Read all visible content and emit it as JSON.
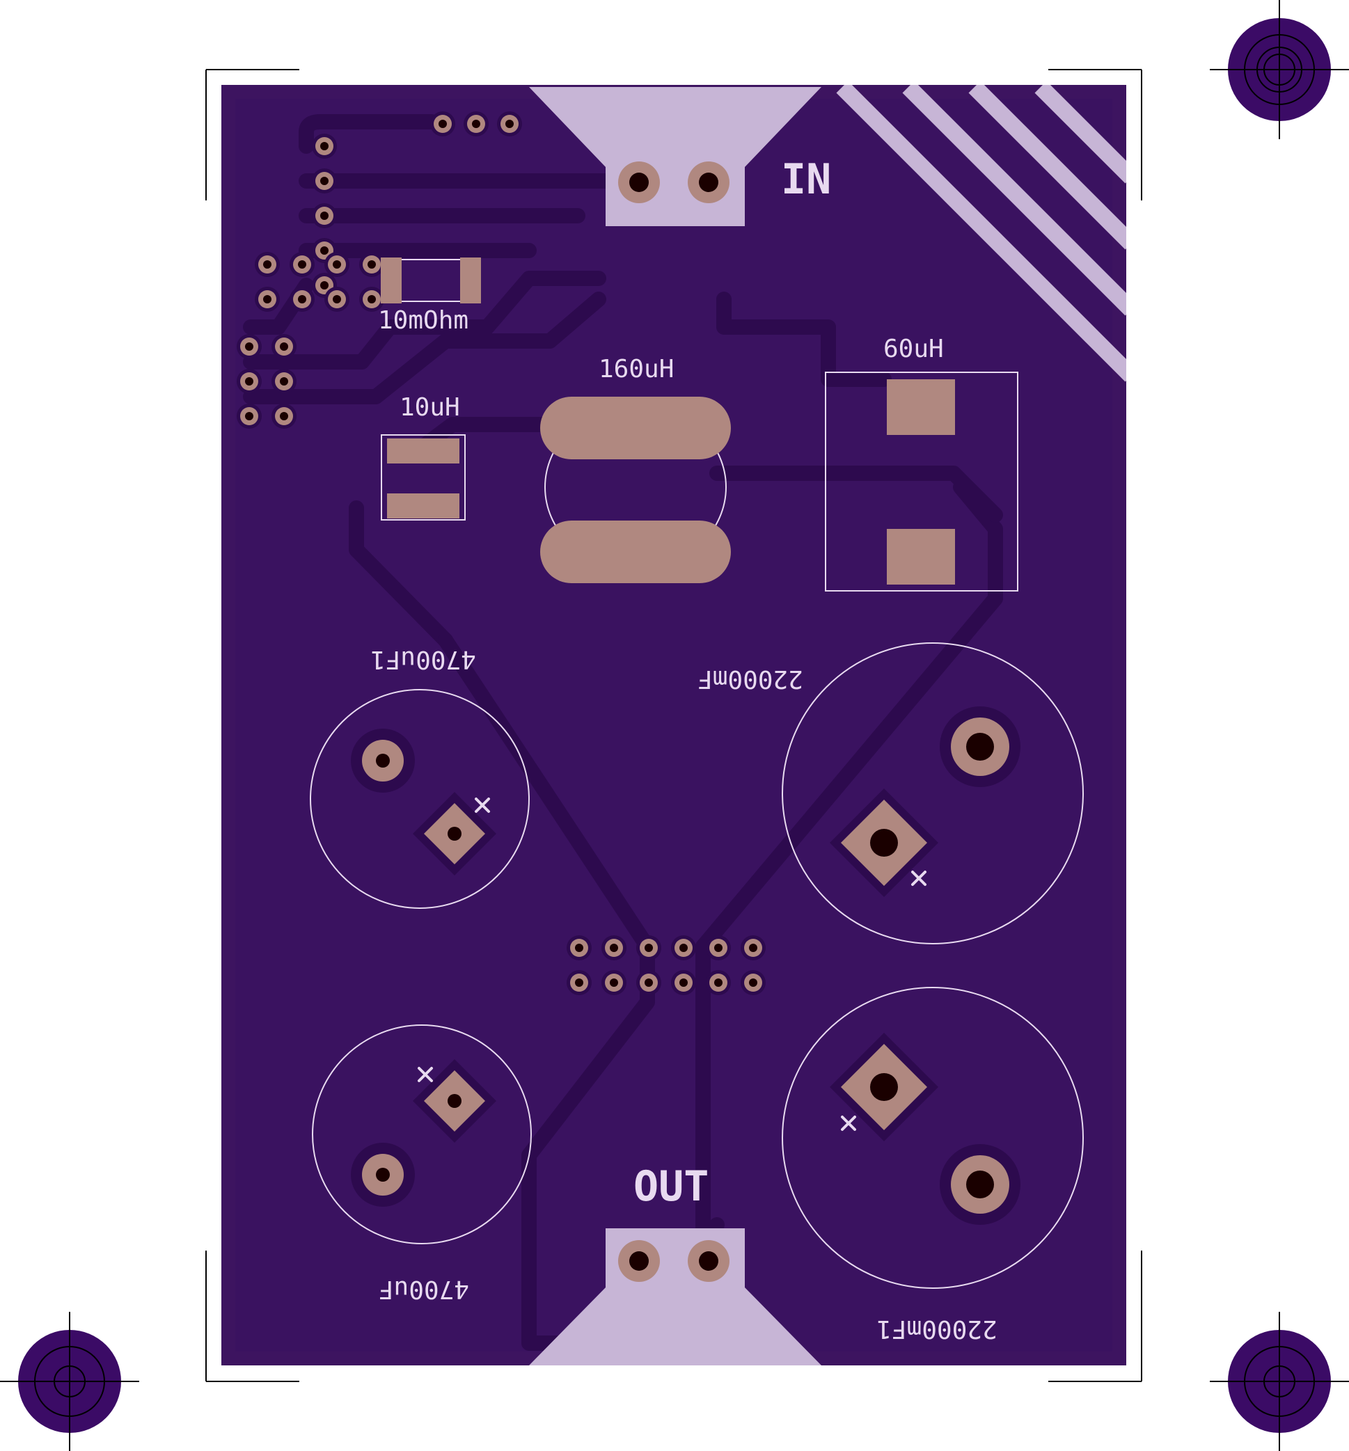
{
  "colors": {
    "background": "#ffffff",
    "board": "#3d1460",
    "trace": "#2d0a4e",
    "copper_pad": "#b08880",
    "drill_hole": "#1a0000",
    "silkscreen": "#e8daf0",
    "connector_fill": "#c7b5d6",
    "fiducial": "#3b0b66",
    "crop_mark": "#000000"
  },
  "labels": {
    "in": "IN",
    "out": "OUT",
    "r_shunt": "10mOhm",
    "inductor_small": "10uH",
    "inductor_main": "160uH",
    "inductor_right": "60uH",
    "cap_top_left": "4700uF1",
    "cap_bottom_left": "4700uF",
    "cap_top_right": "22000mF",
    "cap_bottom_right": "22000mF1"
  }
}
